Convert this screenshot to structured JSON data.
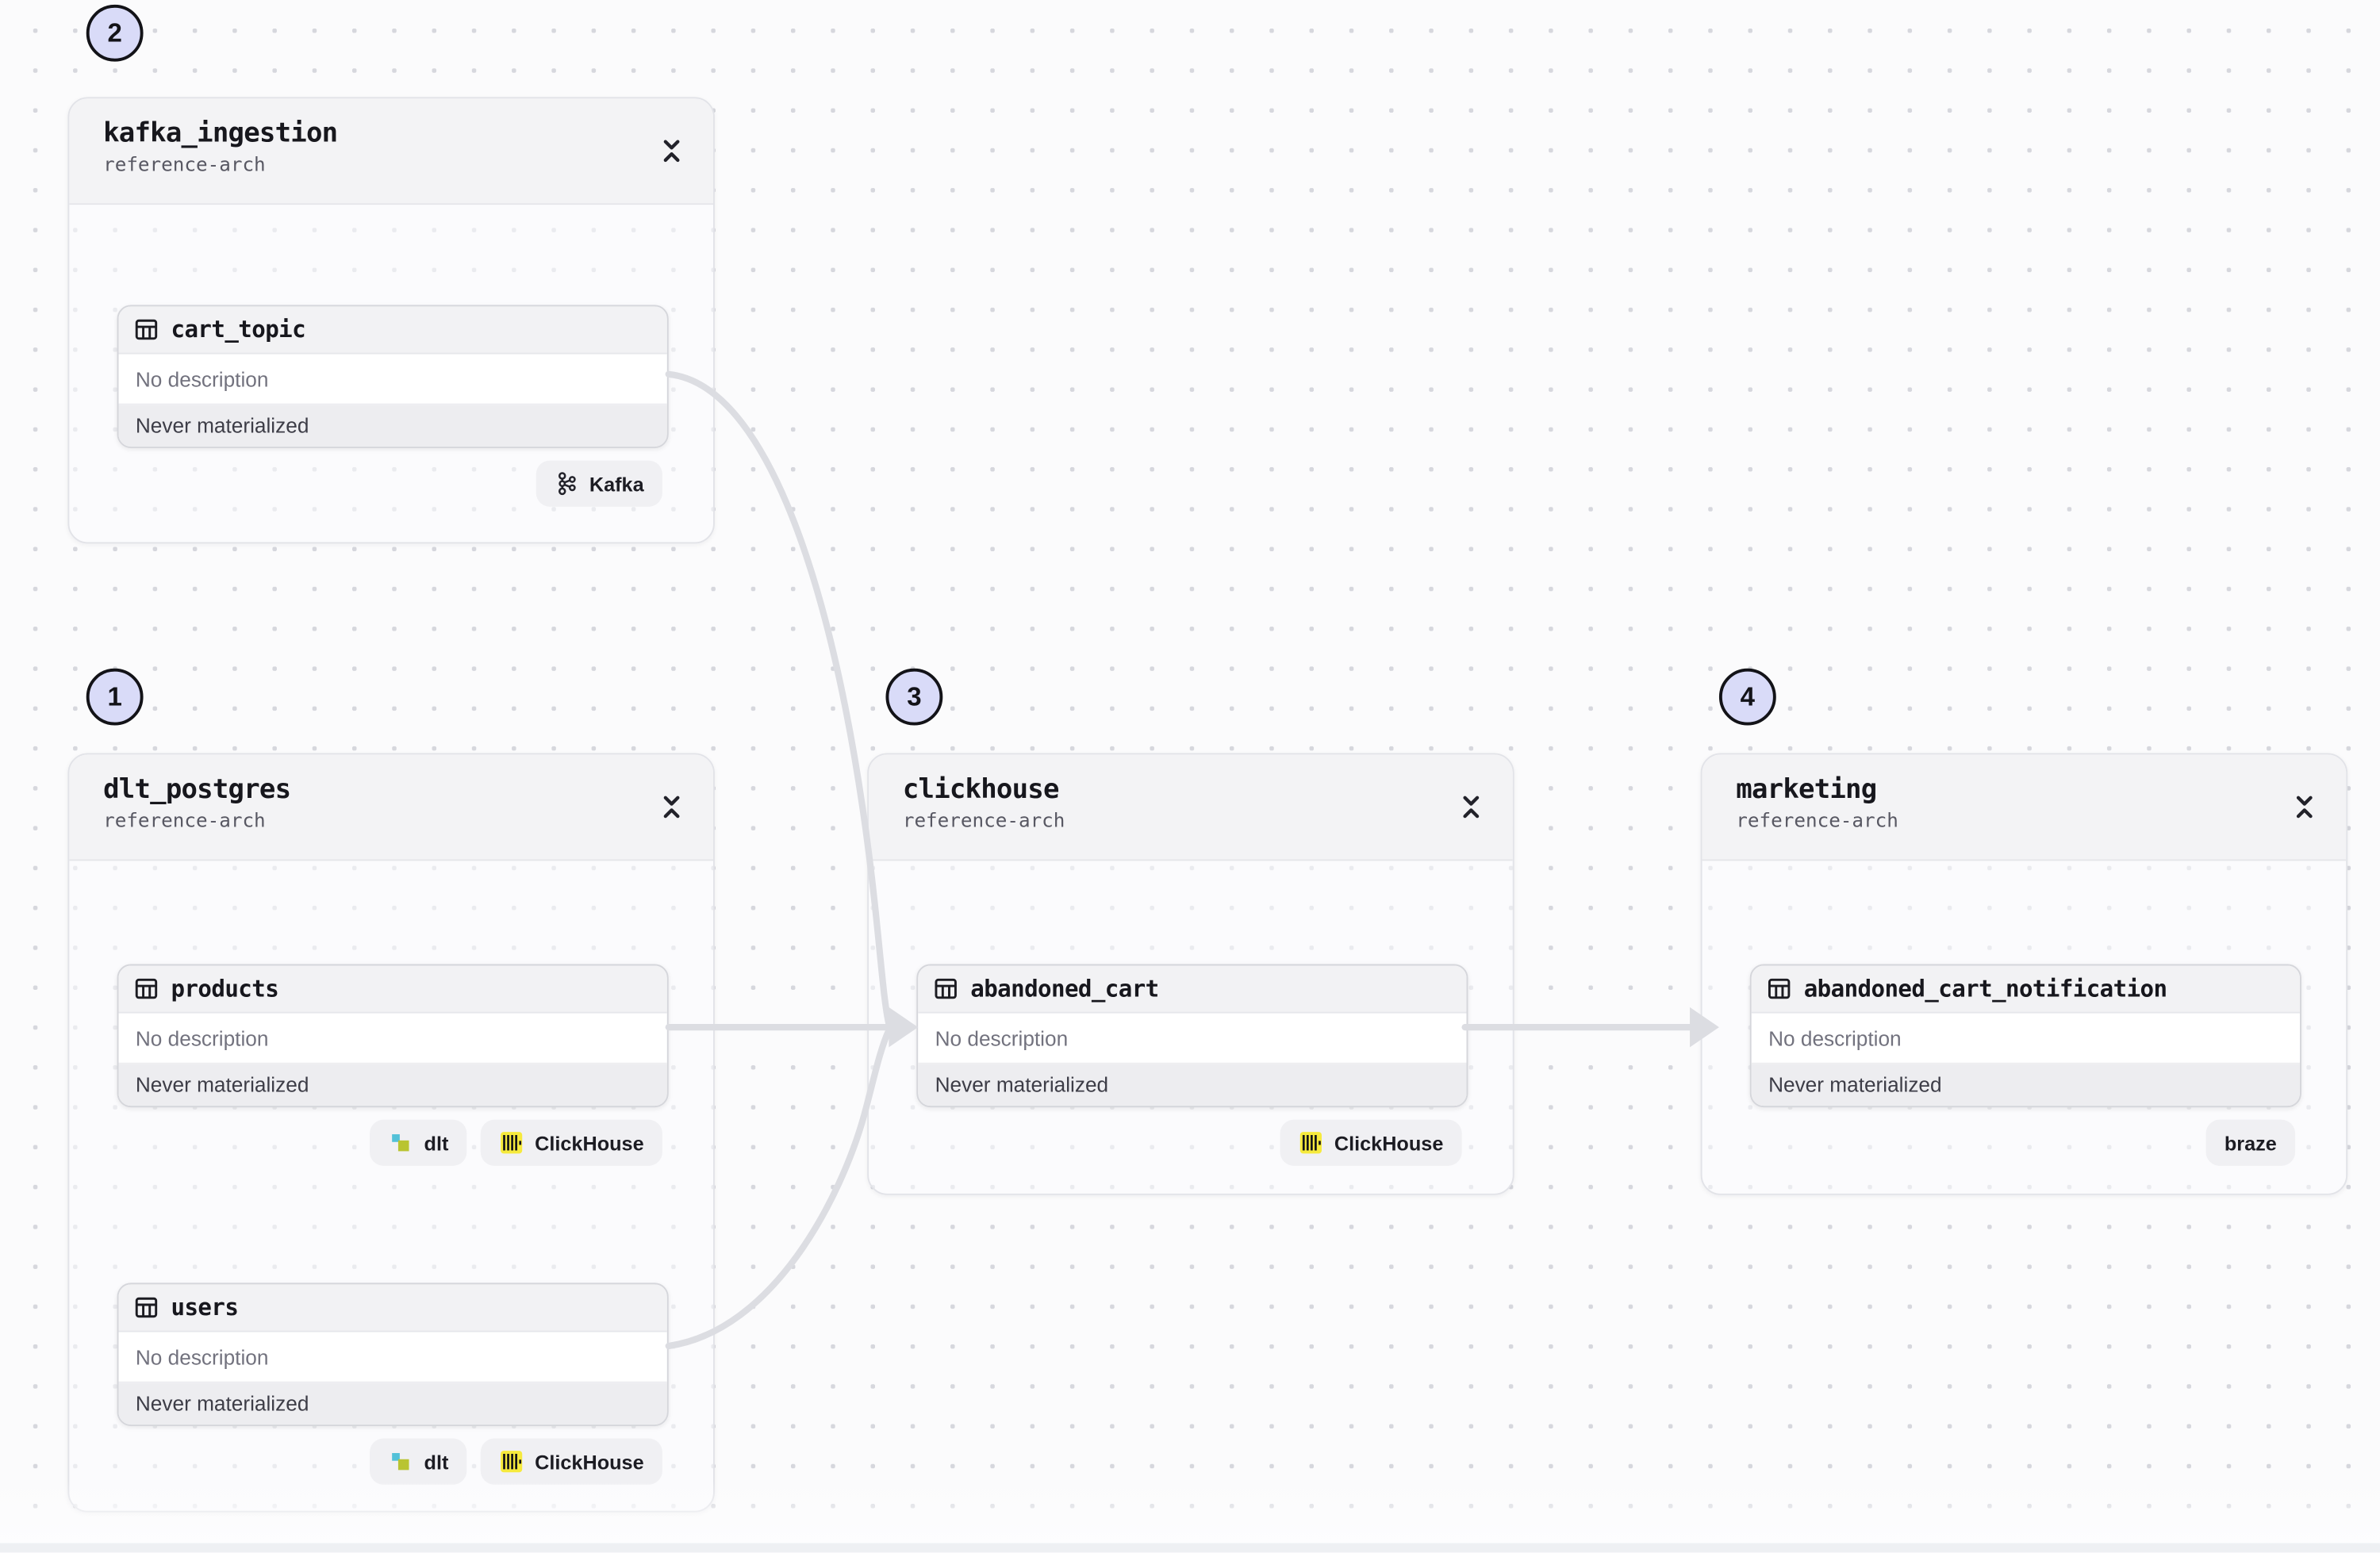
{
  "app": {
    "name": "asset-lineage-canvas"
  },
  "colors": {
    "canvas_bg": "#fbfbfc",
    "dot_grid": "#d6d7dd",
    "card_header_bg": "#f3f3f5",
    "asset_status_bg": "#ededf0",
    "edge": "#dcdde2",
    "step_badge_bg": "#d9dbf8",
    "clickhouse_yellow": "#f6ea3d",
    "dlt_cyan": "#53c1d8",
    "dlt_green": "#b9c431"
  },
  "icons": {
    "table-icon": "grid table glyph on each asset header",
    "collapse-vertical-icon": "chevron-down over chevron-up",
    "kafka-icon": "apache kafka nodes glyph",
    "dlt-icon": "two offset squares (cyan + green)",
    "clickhouse-icon": "yellow square with black vertical bars"
  },
  "groups": [
    {
      "step": "1",
      "title": "dlt_postgres",
      "subtitle": "reference-arch",
      "assets": [
        {
          "name": "products",
          "description": "No description",
          "status": "Never materialized",
          "tags": [
            {
              "label": "dlt",
              "icon": "dlt-icon"
            },
            {
              "label": "ClickHouse",
              "icon": "clickhouse-icon"
            }
          ]
        },
        {
          "name": "users",
          "description": "No description",
          "status": "Never materialized",
          "tags": [
            {
              "label": "dlt",
              "icon": "dlt-icon"
            },
            {
              "label": "ClickHouse",
              "icon": "clickhouse-icon"
            }
          ]
        }
      ]
    },
    {
      "step": "2",
      "title": "kafka_ingestion",
      "subtitle": "reference-arch",
      "assets": [
        {
          "name": "cart_topic",
          "description": "No description",
          "status": "Never materialized",
          "tags": [
            {
              "label": "Kafka",
              "icon": "kafka-icon"
            }
          ]
        }
      ]
    },
    {
      "step": "3",
      "title": "clickhouse",
      "subtitle": "reference-arch",
      "assets": [
        {
          "name": "abandoned_cart",
          "description": "No description",
          "status": "Never materialized",
          "tags": [
            {
              "label": "ClickHouse",
              "icon": "clickhouse-icon"
            }
          ]
        }
      ]
    },
    {
      "step": "4",
      "title": "marketing",
      "subtitle": "reference-arch",
      "assets": [
        {
          "name": "abandoned_cart_notification",
          "description": "No description",
          "status": "Never materialized",
          "tags": [
            {
              "label": "braze",
              "icon": null
            }
          ]
        }
      ]
    }
  ],
  "edges": [
    {
      "from": "cart_topic",
      "to": "abandoned_cart"
    },
    {
      "from": "products",
      "to": "abandoned_cart"
    },
    {
      "from": "users",
      "to": "abandoned_cart"
    },
    {
      "from": "abandoned_cart",
      "to": "abandoned_cart_notification"
    }
  ]
}
